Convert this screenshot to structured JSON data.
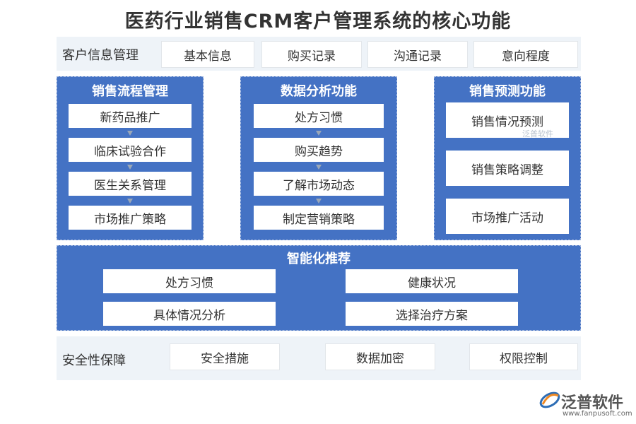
{
  "title": "医药行业销售CRM客户管理系统的核心功能",
  "customer_info": {
    "label": "客户信息管理",
    "items": [
      "基本信息",
      "购买记录",
      "沟通记录",
      "意向程度"
    ]
  },
  "sales_process": {
    "title": "销售流程管理",
    "items": [
      "新药品推广",
      "临床试验合作",
      "医生关系管理",
      "市场推广策略"
    ]
  },
  "data_analysis": {
    "title": "数据分析功能",
    "items": [
      "处方习惯",
      "购买趋势",
      "了解市场动态",
      "制定营销策略"
    ]
  },
  "sales_forecast": {
    "title": "销售预测功能",
    "items": [
      "销售情况预测",
      "销售策略调整",
      "市场推广活动"
    ]
  },
  "smart_recommend": {
    "title": "智能化推荐",
    "items": [
      "处方习惯",
      "健康状况",
      "具体情况分析",
      "选择治疗方案"
    ]
  },
  "security": {
    "label": "安全性保障",
    "items": [
      "安全措施",
      "数据加密",
      "权限控制"
    ]
  },
  "watermark": "泛普软件",
  "logo": {
    "name": "泛普软件",
    "url": "www.fanpusoft.com"
  },
  "colors": {
    "accent": "#4472c4",
    "band": "#eef3f8",
    "logo_orange": "#f08a24",
    "logo_blue": "#2d6db5"
  }
}
